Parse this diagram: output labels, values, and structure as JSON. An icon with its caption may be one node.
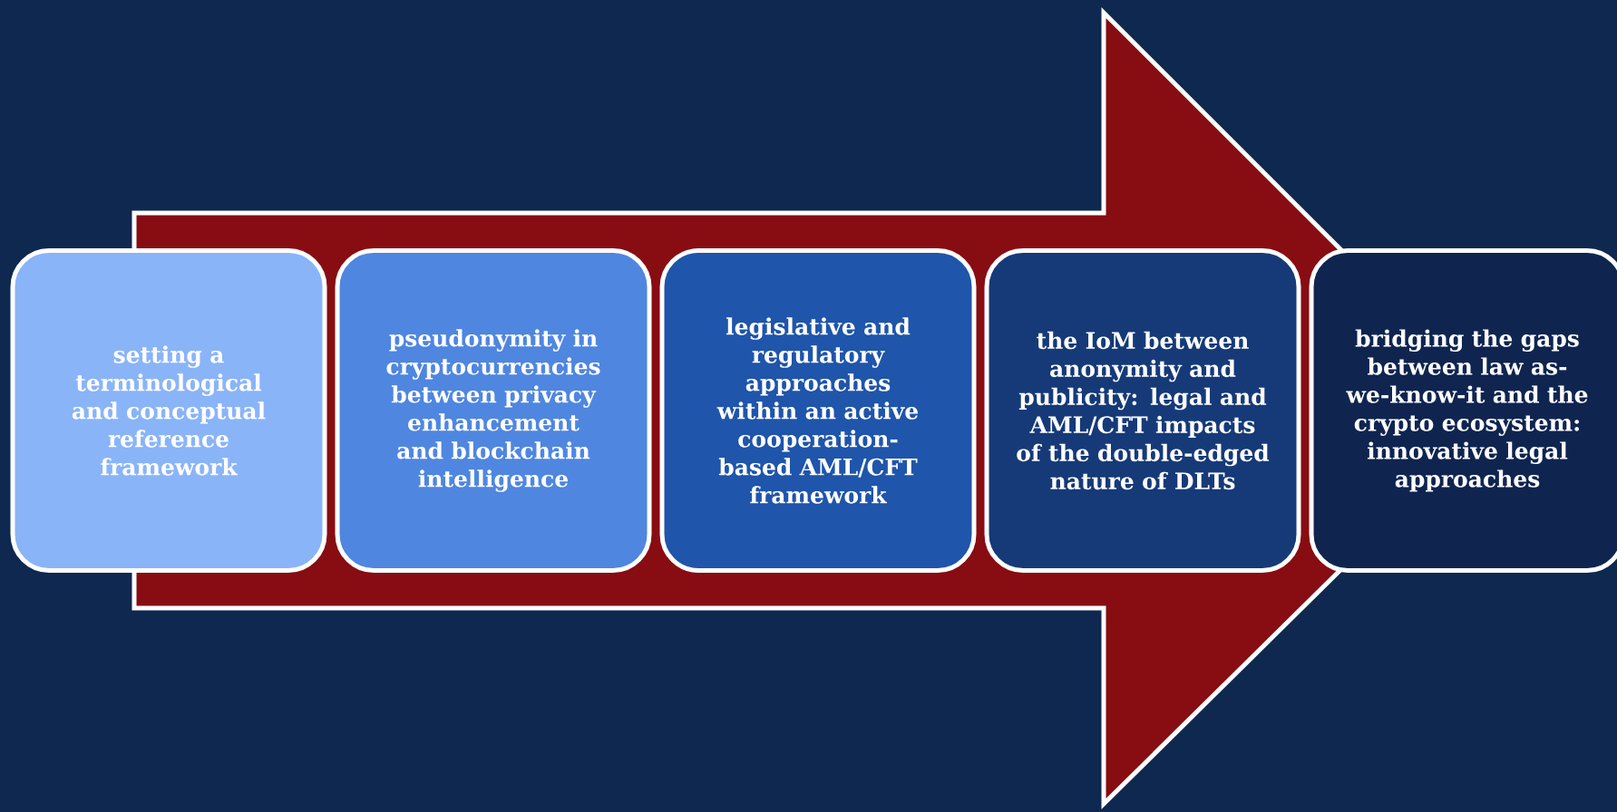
{
  "diagram": {
    "nodes": [
      {
        "text": [
          "setting a terminological and conceptual reference framework"
        ]
      },
      {
        "text": [
          "pseudonymity in cryptocurrencies between privacy enhancement and blockchain intelligence"
        ]
      },
      {
        "text": [
          "legislative and regulatory approaches within an active cooperation-based AML/CFT framework"
        ]
      },
      {
        "text": [
          "the IoM between anonymity and publicity: legal and AML/CFT impacts of the double-edged nature of DLTs"
        ]
      },
      {
        "text": [
          "bridging the gaps between law as-we-know-it and the crypto ecosystem: innovative legal approaches"
        ]
      }
    ],
    "edges": [
      {
        "from": 0,
        "to": 4,
        "arrow": "to"
      }
    ]
  }
}
